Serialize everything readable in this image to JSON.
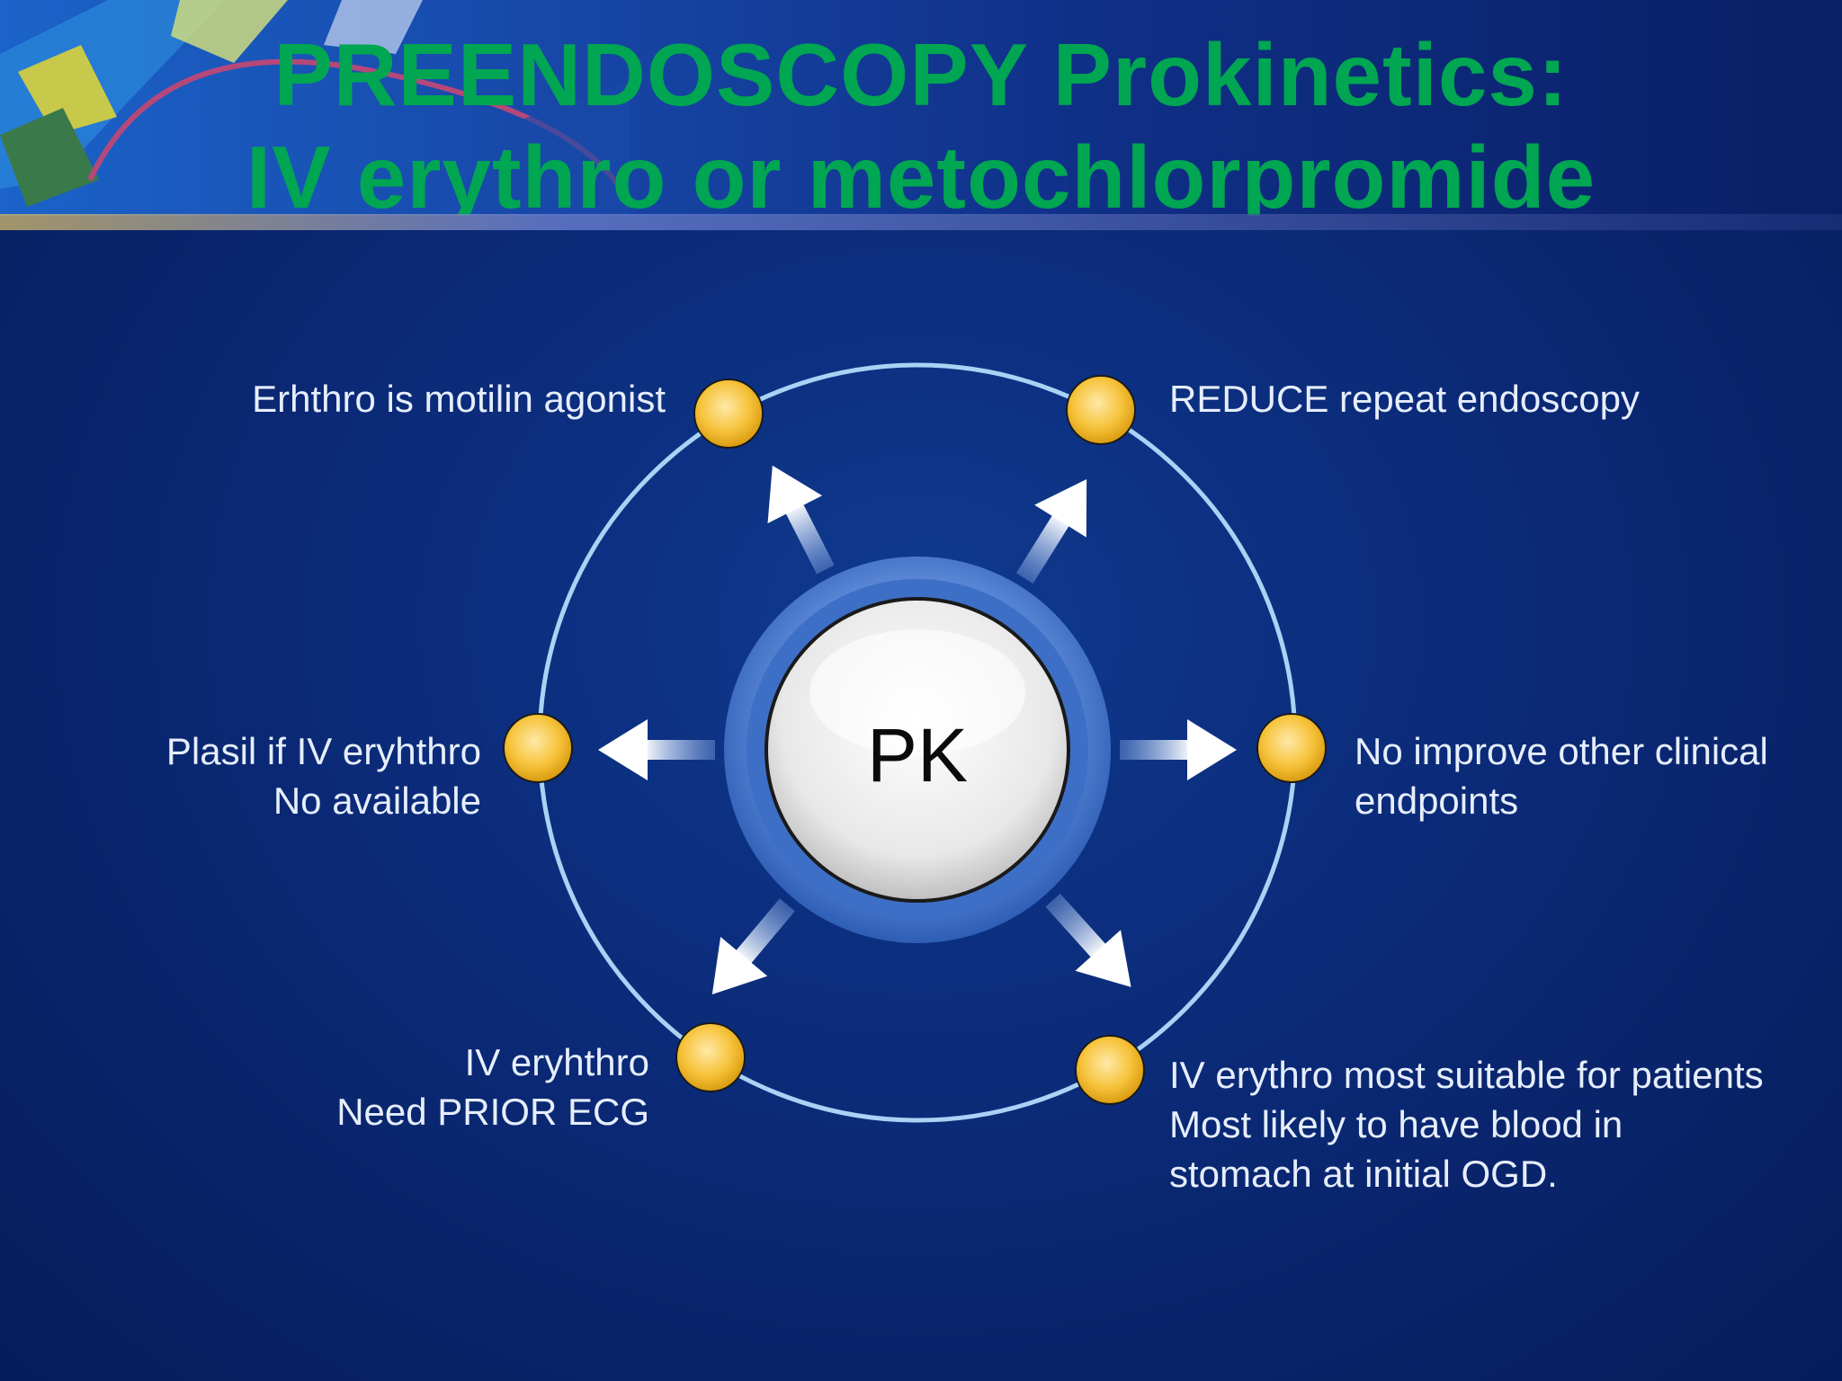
{
  "slide": {
    "title_line1": "PREENDOSCOPY Prokinetics:",
    "title_line2": "IV erythro or metochlorpromide",
    "center": "PK",
    "nodes": {
      "top_left": [
        "Erhthro is motilin agonist"
      ],
      "top_right": [
        "REDUCE repeat  endoscopy"
      ],
      "mid_left": [
        "Plasil if IV eryhthro",
        "No available"
      ],
      "mid_right": [
        "No improve other clinical",
        "endpoints"
      ],
      "bottom_left": [
        "IV eryhthro",
        "Need PRIOR ECG"
      ],
      "bottom_right": [
        "IV erythro most suitable for patients",
        "Most likely to have blood in",
        "stomach at initial OGD."
      ]
    }
  },
  "colors": {
    "title": "#00a651",
    "ring": "#a9d3f5",
    "node": "#f6c33b",
    "text": "#e6eefc"
  }
}
